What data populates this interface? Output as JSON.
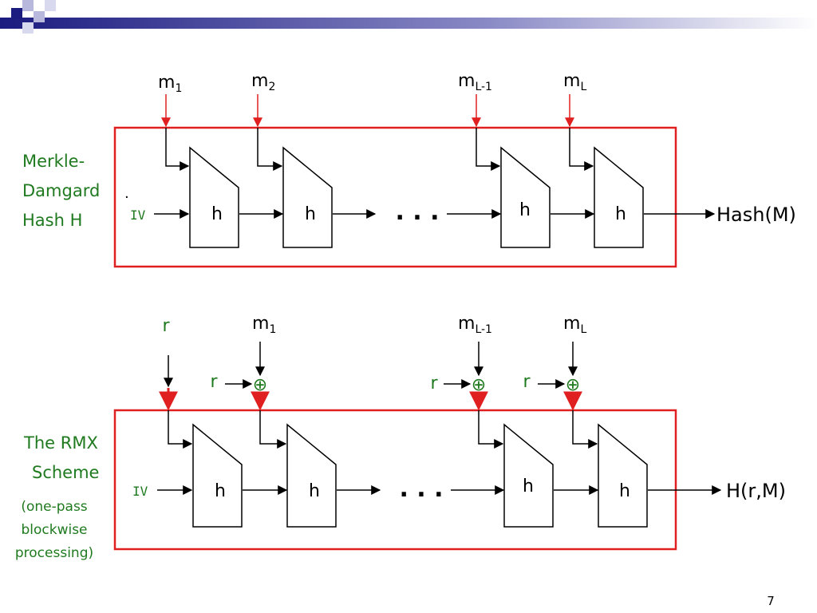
{
  "colors": {
    "green": "#1f7a1f",
    "red": "#e02020",
    "navy": "#1b1b80",
    "black": "#000000"
  },
  "slide_number": "7",
  "top": {
    "label_lines": [
      "Merkle-",
      "Damgard",
      "Hash H"
    ],
    "stray_dot": ".",
    "iv": "IV",
    "block_labels": [
      "h",
      "h",
      "h",
      "h"
    ],
    "messages": [
      {
        "base": "m",
        "sub": "1"
      },
      {
        "base": "m",
        "sub": "2"
      },
      {
        "base": "m",
        "sub": "L-1"
      },
      {
        "base": "m",
        "sub": "L"
      }
    ],
    "dots": ". . .",
    "output": "Hash(M)"
  },
  "bottom": {
    "label_lines": [
      "The RMX",
      "Scheme"
    ],
    "note_lines": [
      "(one-pass",
      "blockwise",
      "processing)"
    ],
    "iv": "IV",
    "block_labels": [
      "h",
      "h",
      "h",
      "h"
    ],
    "r_top": "r",
    "messages": [
      {
        "base": "m",
        "sub": "1"
      },
      {
        "base": "m",
        "sub": "L-1"
      },
      {
        "base": "m",
        "sub": "L"
      }
    ],
    "r_inputs": [
      "r",
      "r",
      "r"
    ],
    "xor_symbol": "⊕",
    "dots": ". . .",
    "output": "H(r,M)"
  }
}
